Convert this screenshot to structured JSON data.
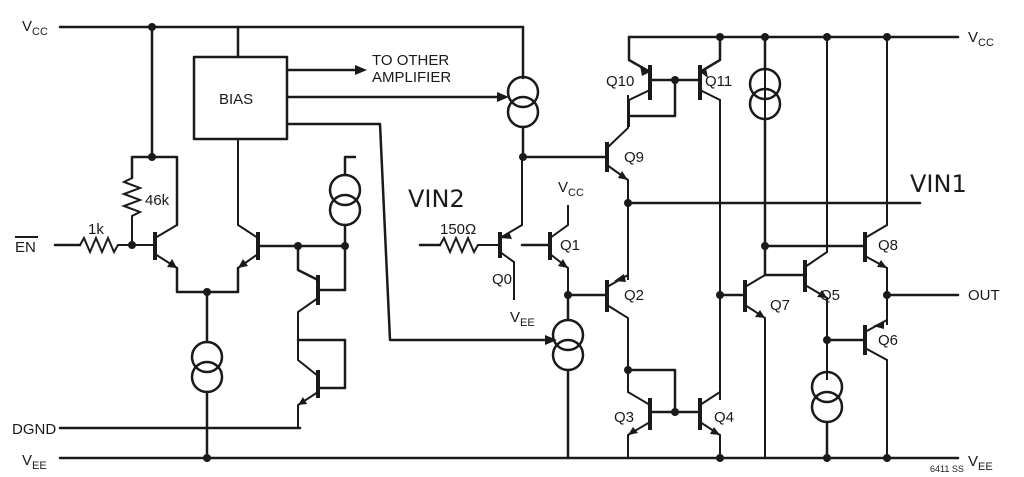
{
  "labels": {
    "vcc_main": "V",
    "vcc_main_sub": "CC",
    "vcc_right": "V",
    "vcc_right_sub": "CC",
    "vcc_q1": "V",
    "vcc_q1_sub": "CC",
    "vee_main": "V",
    "vee_main_sub": "EE",
    "vee_right": "V",
    "vee_right_sub": "EE",
    "vee_q0": "V",
    "vee_q0_sub": "EE",
    "en": "EN",
    "dgnd": "DGND",
    "bias": "BIAS",
    "to_other_1": "TO OTHER",
    "to_other_2": "AMPLIFIER",
    "r_1k": "1k",
    "r_46k": "46k",
    "r_150": "150Ω",
    "vin2": "VIN2",
    "vin1": "VIN1",
    "out": "OUT",
    "footnote": "6411 SS"
  },
  "transistors": [
    "Q0",
    "Q1",
    "Q2",
    "Q3",
    "Q4",
    "Q5",
    "Q6",
    "Q7",
    "Q8",
    "Q9",
    "Q10",
    "Q11"
  ]
}
